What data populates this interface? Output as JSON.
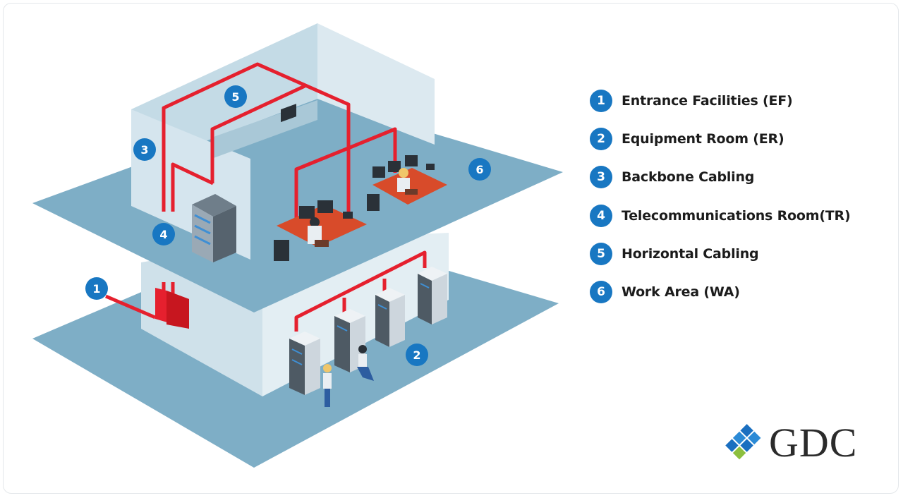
{
  "legend": [
    {
      "num": "1",
      "label": "Entrance Facilities (EF)"
    },
    {
      "num": "2",
      "label": "Equipment Room (ER)"
    },
    {
      "num": "3",
      "label": "Backbone Cabling"
    },
    {
      "num": "4",
      "label": "Telecommunications Room(TR)"
    },
    {
      "num": "5",
      "label": "Horizontal Cabling"
    },
    {
      "num": "6",
      "label": "Work Area (WA)"
    }
  ],
  "markers": [
    "1",
    "2",
    "3",
    "4",
    "5",
    "6"
  ],
  "brand": {
    "name": "GDC"
  },
  "colors": {
    "accent_blue": "#1877c2",
    "cable_red": "#e5202e",
    "floor": "#7eaec6",
    "wall": "#d6e6ee"
  }
}
